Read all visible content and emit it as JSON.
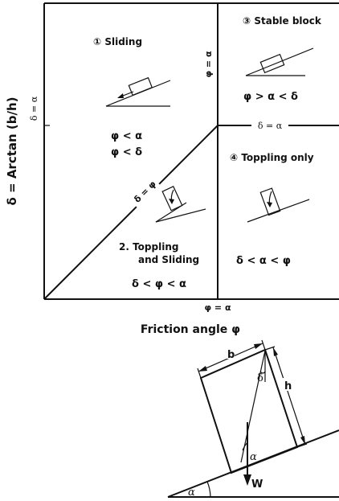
{
  "axes": {
    "y_label": "δ = Arctan (b/h)",
    "x_label": "Friction angle φ",
    "y_tick": "δ = α",
    "x_tick": "φ = α",
    "vertical_line_label": "φ = α",
    "horizontal_line_label": "δ = α",
    "diagonal_line_label": "δ = φ"
  },
  "regions": {
    "sliding": {
      "title": "① Sliding",
      "condition1": "φ < α",
      "condition2": "φ < δ"
    },
    "stable": {
      "title": "③ Stable block",
      "condition": "φ > α < δ"
    },
    "toppling_only": {
      "title": "④ Toppling only",
      "condition": "δ < α < φ"
    },
    "toppling_sliding": {
      "title_line1": "2. Toppling",
      "title_line2": "and Sliding",
      "condition": "δ < φ < α"
    }
  },
  "block_diagram": {
    "width_label": "b",
    "height_label": "h",
    "delta_label": "δ",
    "alpha_label_arrow": "α",
    "alpha_label_slope": "α",
    "weight_label": "W"
  }
}
